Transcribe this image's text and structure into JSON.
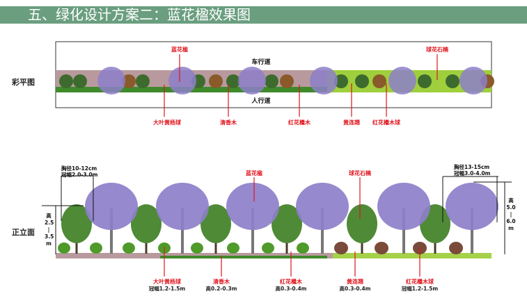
{
  "title": "五、绿化设计方案二：蓝花楹效果图",
  "plan": {
    "section_label": "彩平图",
    "road_top": "车行道",
    "road_bottom": "人行道",
    "labels_top": [
      "蓝花楹",
      "球花石楠"
    ],
    "labels_bottom": [
      "大叶黄杨球",
      "清香木",
      "红花檵木",
      "黄连翘",
      "红花檵木球"
    ]
  },
  "elevation": {
    "section_label": "正立面",
    "labels_top": [
      "蓝花楹",
      "球花石楠"
    ],
    "left_dim": {
      "spec1": "胸径10-12cm",
      "spec2": "冠幅2.0-3.0m",
      "height": [
        "高",
        "2.5",
        "|",
        "3.5",
        "m"
      ]
    },
    "right_dim": {
      "spec1": "胸径13-15cm",
      "spec2": "冠幅3.0-4.0m",
      "height": [
        "高",
        "5.0",
        "|",
        "6.0",
        "m"
      ]
    },
    "labels_bottom": [
      {
        "name": "大叶黄杨球",
        "spec": "冠幅1.2-1.5m"
      },
      {
        "name": "清香木",
        "spec": "高0.2-0.3m"
      },
      {
        "name": "红花檵木",
        "spec": "高0.3-0.4m"
      },
      {
        "name": "黄连翘",
        "spec": "高0.3-0.4m"
      },
      {
        "name": "红花檵木球",
        "spec": "冠幅1.2-1.5m"
      }
    ]
  },
  "colors": {
    "title_bar": "#6a9e7f",
    "label_red": "#e0141c",
    "jacaranda": "#8d7fc9"
  }
}
